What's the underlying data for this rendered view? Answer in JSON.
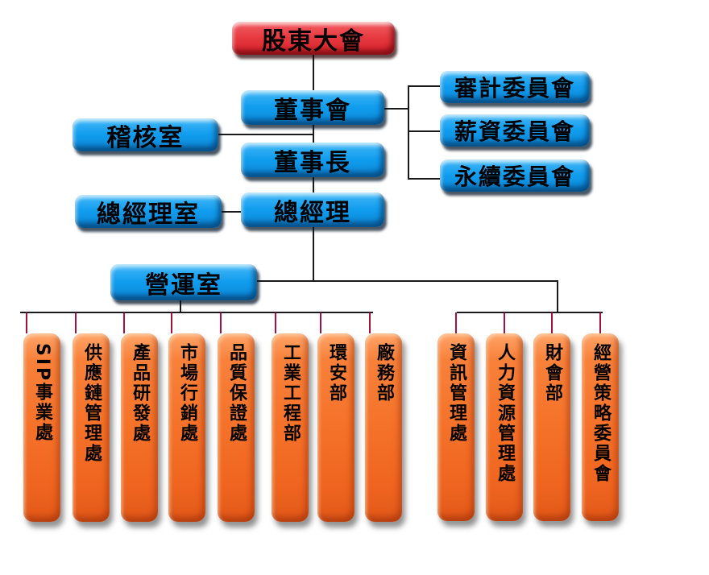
{
  "nodes": {
    "shareholders": {
      "label": "股東大會"
    },
    "board": {
      "label": "董事會"
    },
    "audit_office": {
      "label": "稽核室"
    },
    "chairman": {
      "label": "董事長"
    },
    "gm_office": {
      "label": "總經理室"
    },
    "general_manager": {
      "label": "總經理"
    },
    "operations_office": {
      "label": "營運室"
    },
    "committees": [
      {
        "label": "審計委員會"
      },
      {
        "label": "薪資委員會"
      },
      {
        "label": "永續委員會"
      }
    ],
    "left_departments": [
      {
        "label": "SIP事業處"
      },
      {
        "label": "供應鏈管理處"
      },
      {
        "label": "產品研發處"
      },
      {
        "label": "市場行銷處"
      },
      {
        "label": "品質保證處"
      },
      {
        "label": "工業工程部"
      },
      {
        "label": "環安部"
      },
      {
        "label": "廠務部"
      }
    ],
    "right_departments": [
      {
        "label": "資訊管理處"
      },
      {
        "label": "人力資源管理處"
      },
      {
        "label": "財會部"
      },
      {
        "label": "經營策略委員會"
      }
    ]
  },
  "colors": {
    "node_blue": "#119dee",
    "node_red": "#e6383f",
    "node_orange": "#f5722a",
    "connector_black": "#1a1a1a",
    "connector_crimson": "#a8103e",
    "text": "#000000",
    "background": "#ffffff"
  }
}
